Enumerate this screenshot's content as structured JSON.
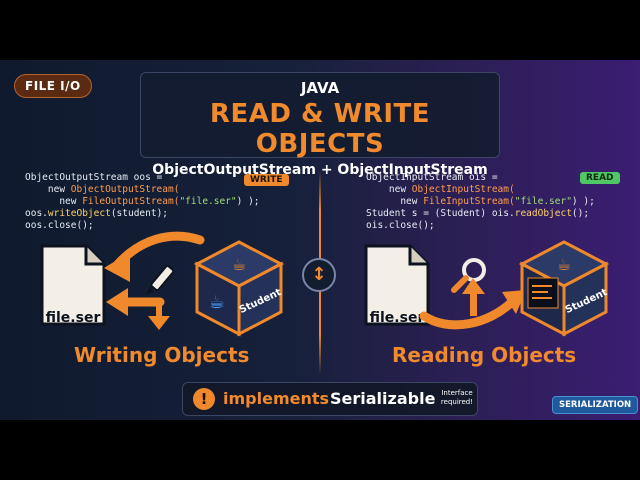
{
  "tag": "FILE I/O",
  "title": {
    "language": "JAVA",
    "main": "READ & WRITE OBJECTS",
    "subtitle": "ObjectOutputStream + ObjectInputStream"
  },
  "write_code": {
    "line1": "ObjectOutputStream oos =",
    "line2_pre": "    new ",
    "line2_cls": "ObjectOutputStream(",
    "line3_pre": "      new ",
    "line3_cls": "FileOutputStream(",
    "line3_str": "\"file.ser\"",
    "line3_post": ") );",
    "line4_obj": "oos.",
    "line4_meth": "writeObject",
    "line4_post": "(student);",
    "line5": "oos.close();"
  },
  "read_code": {
    "line1": "ObjectInputStream ois =",
    "line2_pre": "    new ",
    "line2_cls": "ObjectInputStream(",
    "line3_pre": "      new ",
    "line3_cls": "FileInputStream(",
    "line3_str": "\"file.ser\"",
    "line3_post": ") );",
    "line4_pre": "Student s = (Student) ois.",
    "line4_meth": "readObject",
    "line4_post": "();",
    "line5": "ois.close();"
  },
  "badges": {
    "write": "WRITE",
    "read": "READ"
  },
  "left": {
    "file_label": "file.ser",
    "cube_label": "Student",
    "section_title": "Writing Objects"
  },
  "right": {
    "file_label": "file.ser",
    "cube_label": "Student",
    "section_title": "Reading Objects"
  },
  "footer": {
    "keyword": "implements",
    "interface": "Serializable",
    "note": "Interface required!",
    "tag": "SERIALIZATION"
  },
  "colors": {
    "accent": "#f08a2c",
    "read_badge": "#4fc764",
    "background_left": "#0f1a2e",
    "background_right": "#3b1d72"
  }
}
